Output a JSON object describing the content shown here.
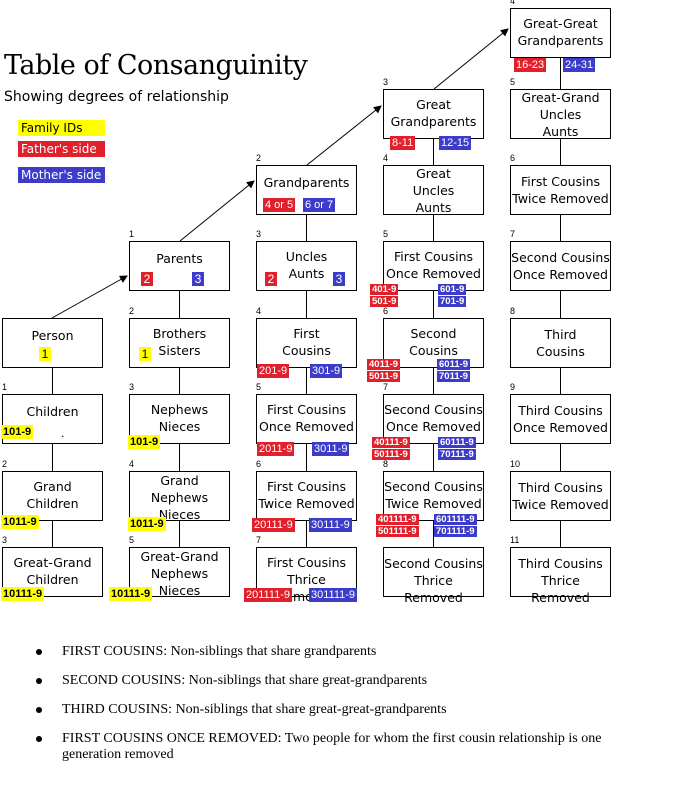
{
  "title": "Table of Consanguinity",
  "subtitle": "Showing degrees of relationship",
  "legend": {
    "family_ids": "Family IDs",
    "fathers_side": "Father's side",
    "mothers_side": "Mother's side"
  },
  "colors": {
    "family_ids": "#ffff00",
    "fathers_side": "#e0202a",
    "mothers_side": "#3c3cc8"
  },
  "boxes": {
    "ggp": {
      "degree": "4",
      "lines": [
        "Great-Great",
        "Grandparents"
      ],
      "father": "16-23",
      "mother": "24-31"
    },
    "gggu": {
      "degree": "5",
      "lines": [
        "Great-Grand",
        "Uncles",
        "Aunts"
      ]
    },
    "fc2r_top": {
      "degree": "6",
      "lines": [
        "First Cousins",
        "Twice Removed"
      ]
    },
    "sc1r_top": {
      "degree": "7",
      "lines": [
        "Second Cousins",
        "Once Removed"
      ]
    },
    "tc": {
      "degree": "8",
      "lines": [
        "Third",
        "Cousins"
      ]
    },
    "tc1r": {
      "degree": "9",
      "lines": [
        "Third Cousins",
        "Once Removed"
      ]
    },
    "tc2r": {
      "degree": "10",
      "lines": [
        "Third Cousins",
        "Twice Removed"
      ]
    },
    "tc3r": {
      "degree": "11",
      "lines": [
        "Third Cousins",
        "Thrice Removed"
      ]
    },
    "gp2": {
      "degree": "3",
      "lines": [
        "Great",
        "Grandparents"
      ],
      "father": "8-11",
      "mother": "12-15"
    },
    "gua": {
      "degree": "4",
      "lines": [
        "Great",
        "Uncles",
        "Aunts"
      ]
    },
    "fc1r_top": {
      "degree": "5",
      "lines": [
        "First Cousins",
        "Once Removed"
      ],
      "father": [
        "401-9",
        "501-9"
      ],
      "mother": [
        "601-9",
        "701-9"
      ]
    },
    "sc": {
      "degree": "6",
      "lines": [
        "Second",
        "Cousins"
      ],
      "father": [
        "4011-9",
        "5011-9"
      ],
      "mother": [
        "6011-9",
        "7011-9"
      ]
    },
    "sc1r": {
      "degree": "7",
      "lines": [
        "Second Cousins",
        "Once Removed"
      ],
      "father": [
        "40111-9",
        "50111-9"
      ],
      "mother": [
        "60111-9",
        "70111-9"
      ]
    },
    "sc2r": {
      "degree": "8",
      "lines": [
        "Second Cousins",
        "Twice Removed"
      ],
      "father": [
        "401111-9",
        "501111-9"
      ],
      "mother": [
        "601111-9",
        "701111-9"
      ]
    },
    "sc3r": {
      "lines": [
        "Second Cousins",
        "Thrice Removed"
      ]
    },
    "gp": {
      "degree": "2",
      "lines": [
        "Grandparents"
      ],
      "father": "4 or 5",
      "mother": "6 or 7"
    },
    "ua": {
      "degree": "3",
      "lines": [
        "Uncles",
        "Aunts"
      ],
      "father": "2",
      "mother": "3"
    },
    "fc": {
      "degree": "4",
      "lines": [
        "First",
        "Cousins"
      ],
      "father": "201-9",
      "mother": "301-9"
    },
    "fc1r": {
      "degree": "5",
      "lines": [
        "First Cousins",
        "Once Removed"
      ],
      "father": "2011-9",
      "mother": "3011-9"
    },
    "fc2r": {
      "degree": "6",
      "lines": [
        "First Cousins",
        "Twice Removed"
      ],
      "father": "20111-9",
      "mother": "30111-9"
    },
    "fc3r": {
      "degree": "7",
      "lines": [
        "First Cousins",
        "Thrice Removed"
      ],
      "father": "201111-9",
      "mother": "301111-9"
    },
    "parents": {
      "degree": "1",
      "lines": [
        "Parents"
      ],
      "father": "2",
      "mother": "3"
    },
    "sib": {
      "degree": "2",
      "lines": [
        "Brothers",
        "Sisters"
      ],
      "id": "1"
    },
    "nn": {
      "degree": "3",
      "lines": [
        "Nephews",
        "Nieces"
      ],
      "id": "101-9"
    },
    "gnn": {
      "degree": "4",
      "lines": [
        "Grand",
        "Nephews",
        "Nieces"
      ],
      "id": "1011-9"
    },
    "ggnn": {
      "degree": "5",
      "lines": [
        "Great-Grand",
        "Nephews",
        "Nieces"
      ],
      "id": "10111-9"
    },
    "person": {
      "lines": [
        "Person"
      ],
      "id": "1"
    },
    "children": {
      "degree": "1",
      "lines": [
        "Children"
      ],
      "id": "101-9",
      "id_suffix": "."
    },
    "gc": {
      "degree": "2",
      "lines": [
        "Grand",
        "Children"
      ],
      "id": "1011-9"
    },
    "ggc": {
      "degree": "3",
      "lines": [
        "Great-Grand",
        "Children"
      ],
      "id": "10111-9"
    }
  },
  "notes": [
    "FIRST COUSINS: Non-siblings that share grandparents",
    "SECOND COUSINS: Non-siblings that share great-grandparents",
    "THIRD COUSINS: Non-siblings that share great-great-grandparents",
    "FIRST COUSINS ONCE REMOVED: Two people for whom the first cousin relationship is one generation removed"
  ]
}
